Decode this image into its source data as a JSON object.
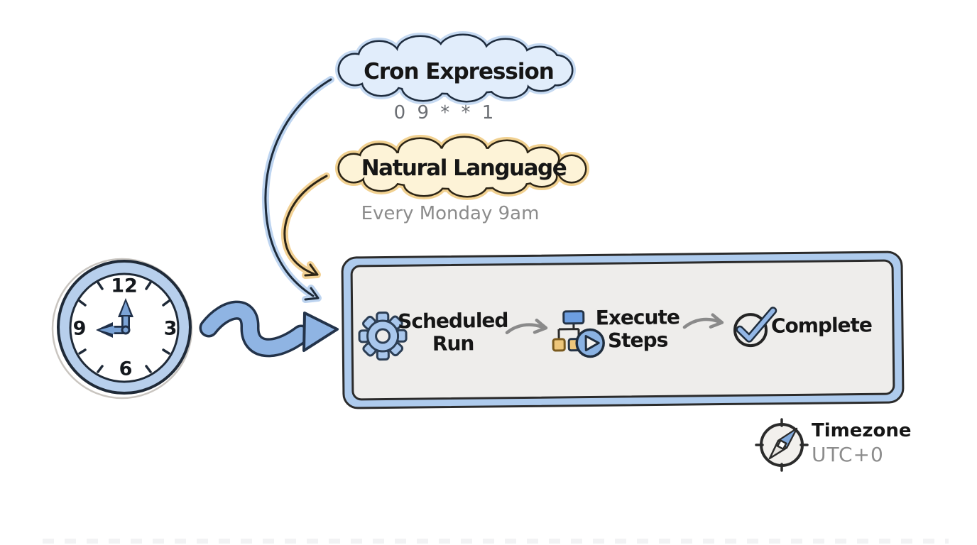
{
  "diagram": {
    "clouds": {
      "cron": {
        "label": "Cron Expression",
        "value": "0 9 * * 1"
      },
      "natural": {
        "label": "Natural Language",
        "value": "Every Monday 9am"
      }
    },
    "clock": {
      "numbers": [
        "12",
        "3",
        "6",
        "9"
      ],
      "time_shown": "9:00"
    },
    "pipeline": {
      "steps": [
        {
          "line1": "Scheduled",
          "line2": "Run",
          "icon": "gear-icon"
        },
        {
          "line1": "Execute",
          "line2": "Steps",
          "icon": "workflow-icon"
        },
        {
          "line1": "Complete",
          "line2": "",
          "icon": "check-circle-icon"
        }
      ]
    },
    "timezone": {
      "label": "Timezone",
      "value": "UTC+0"
    },
    "colors": {
      "accent_blue": "#8fb4e3",
      "cloud_blue_fill": "#e1edfb",
      "cloud_cream_fill": "#fdf3d7",
      "amber": "#eec67a",
      "box_fill": "#eeedeb",
      "box_border_blue": "#aecbed",
      "ink": "#1f2d3f",
      "muted_text": "#8c8c8c"
    }
  }
}
